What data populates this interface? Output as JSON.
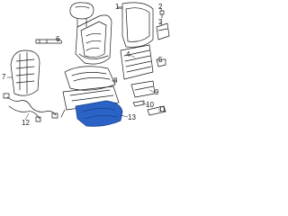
{
  "callouts": {
    "c1": "1",
    "c2": "2",
    "c3": "3",
    "c4": "4",
    "c5": "5",
    "c6": "6",
    "c7": "7",
    "c8": "8",
    "c9": "9",
    "c10": "10",
    "c11": "11",
    "c12": "12",
    "c13": "13"
  },
  "colors": {
    "line": "#1a1a1a",
    "highlight": "#2b62c6",
    "highlight_dark": "#17408c"
  }
}
